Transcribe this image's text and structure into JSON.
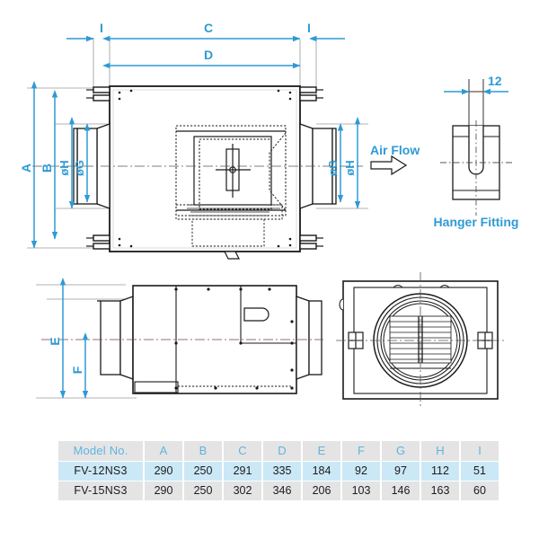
{
  "drawing": {
    "title_hidden": "",
    "top_view": {
      "dimensions": {
        "top_left_segment": "I",
        "top_center_segment": "C",
        "top_right_segment": "I",
        "second_row_span": "D",
        "left_outer": "A",
        "left_inner": "B",
        "left_duct_outer": "øH",
        "left_duct_inner": "øG",
        "right_duct_inner": "øG",
        "right_duct_outer": "øH"
      },
      "air_flow_label": "Air Flow"
    },
    "side_view": {
      "dimensions": {
        "outer_height": "E",
        "inner_height": "F"
      }
    },
    "hanger_detail": {
      "caption": "Hanger Fitting",
      "slot_width": "12"
    }
  },
  "spec_table": {
    "columns": [
      "Model No.",
      "A",
      "B",
      "C",
      "D",
      "E",
      "F",
      "G",
      "H",
      "I"
    ],
    "rows": [
      {
        "highlight": true,
        "cells": [
          "FV-12NS3",
          "290",
          "250",
          "291",
          "335",
          "184",
          "92",
          "97",
          "112",
          "51"
        ]
      },
      {
        "highlight": false,
        "cells": [
          "FV-15NS3",
          "290",
          "250",
          "302",
          "346",
          "206",
          "103",
          "146",
          "163",
          "60"
        ]
      }
    ]
  },
  "colors": {
    "dimension_blue": "#2e9ad4",
    "label_blue": "#5fb4e0",
    "row_highlight": "#cbe8f7",
    "row_alt": "#e4e4e4",
    "line_black": "#1a1a1a"
  }
}
